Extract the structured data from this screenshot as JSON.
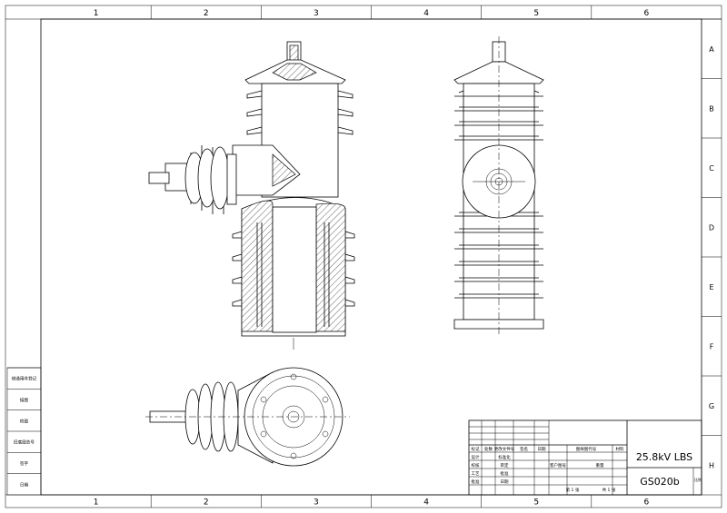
{
  "zones": {
    "columns": [
      "1",
      "2",
      "3",
      "4",
      "5",
      "6"
    ],
    "rows": [
      "A",
      "B",
      "C",
      "D",
      "E",
      "F",
      "G",
      "H"
    ]
  },
  "side_table": [
    "借通用件登记",
    "描图",
    "校图",
    "旧底图总号",
    "签字",
    "日期"
  ],
  "title_block": {
    "headers": [
      "标记",
      "处数",
      "更改文件号",
      "签名",
      "日期"
    ],
    "labels": {
      "design": "设计",
      "check": "校核",
      "process": "工艺",
      "approve": "批准",
      "standard": "标准化",
      "review": "审定",
      "approve2": "批准",
      "date": "日期",
      "drawing_code": "图样图代号",
      "material": "材料",
      "customer": "客户图号",
      "weight": "重量",
      "sheet_no": "第 1 张",
      "total": "共 1 张"
    },
    "product_name": "25.8kV LBS",
    "drawing_no": "GS020b",
    "scale_label": "比例"
  }
}
